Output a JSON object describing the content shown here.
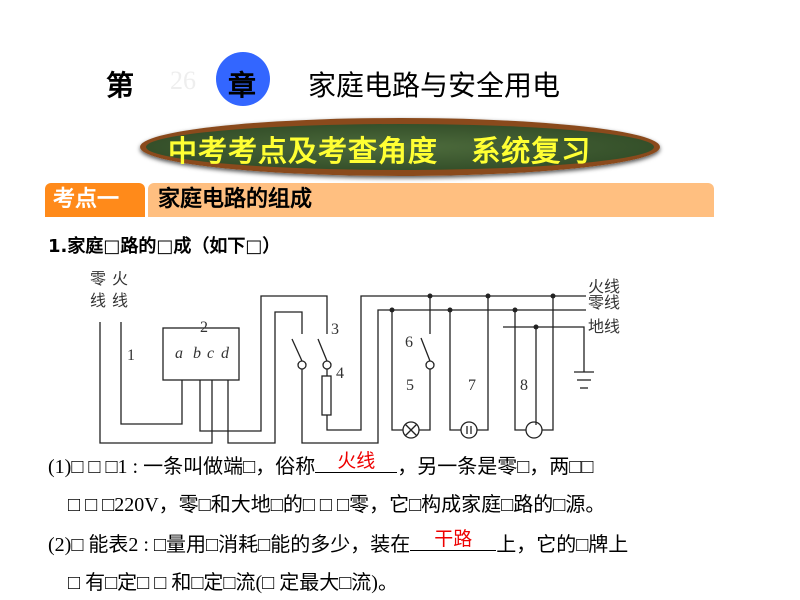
{
  "title": {
    "prefix": "第",
    "number": "26",
    "chapter": "章",
    "main": "家庭电路与安全用电"
  },
  "banner": "中考考点及考查角度   系统复习",
  "section": {
    "tab": "考点一",
    "title": "家庭电路的组成"
  },
  "subheading": "1.家庭□路的□成（如下□）",
  "diagram": {
    "left_labels": [
      "零",
      "火",
      "线",
      "线"
    ],
    "right_labels": [
      "火线",
      "零线",
      "地线"
    ],
    "numbers": [
      "1",
      "2",
      "3",
      "4",
      "5",
      "6",
      "7",
      "8"
    ],
    "terminals": [
      "a",
      "b",
      "c",
      "d"
    ]
  },
  "text": {
    "l1a": "(1)□ □ □1 : 一条叫做端□，俗称",
    "ans1": "火线",
    "l1b": "，另一条是零□，两□□",
    "l2": "□ □ □220V，零□和大地□的□ □ □零，它□构成家庭□路的□源。",
    "l3a": "(2)□ 能表2 : □量用□消耗□能的多少，装在",
    "ans2": "干路",
    "l3b": "上，它的□牌上",
    "l4": "□ 有□定□ □ 和□定□流(□ 定最大□流)。"
  }
}
